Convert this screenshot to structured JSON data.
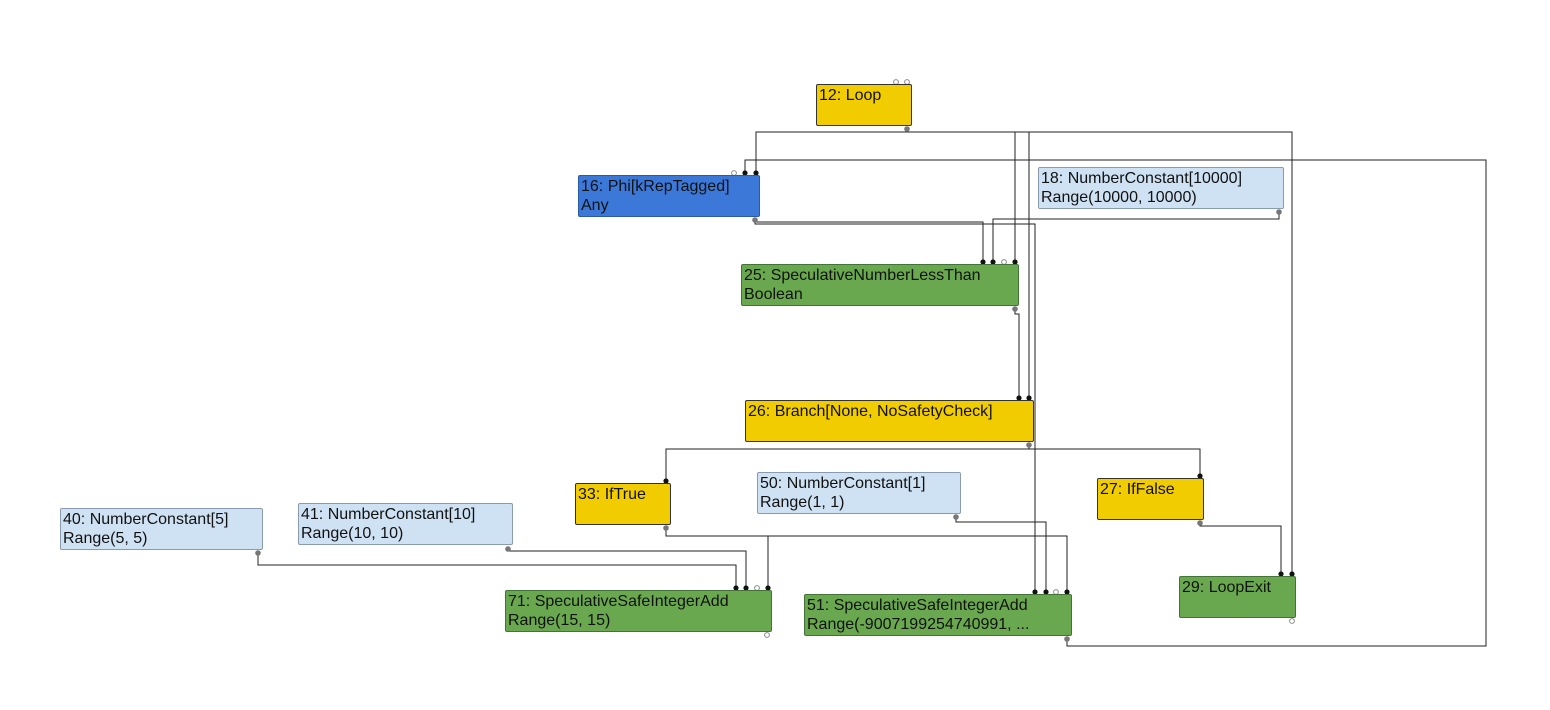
{
  "graph": {
    "nodes": [
      {
        "id": "12",
        "kind": "ctrl",
        "lines": [
          "12: Loop"
        ]
      },
      {
        "id": "16",
        "kind": "phi",
        "lines": [
          "16: Phi[kRepTagged]",
          "Any"
        ]
      },
      {
        "id": "18",
        "kind": "const",
        "lines": [
          "18: NumberConstant[10000]",
          "Range(10000, 10000)"
        ]
      },
      {
        "id": "25",
        "kind": "op",
        "lines": [
          "25: SpeculativeNumberLessThan",
          "Boolean"
        ]
      },
      {
        "id": "26",
        "kind": "ctrl",
        "lines": [
          "26: Branch[None, NoSafetyCheck]"
        ]
      },
      {
        "id": "33",
        "kind": "ctrl",
        "lines": [
          "33: IfTrue"
        ]
      },
      {
        "id": "50",
        "kind": "const",
        "lines": [
          "50: NumberConstant[1]",
          "Range(1, 1)"
        ]
      },
      {
        "id": "27",
        "kind": "ctrl",
        "lines": [
          "27: IfFalse"
        ]
      },
      {
        "id": "40",
        "kind": "const",
        "lines": [
          "40: NumberConstant[5]",
          "Range(5, 5)"
        ]
      },
      {
        "id": "41",
        "kind": "const",
        "lines": [
          "41: NumberConstant[10]",
          "Range(10, 10)"
        ]
      },
      {
        "id": "71",
        "kind": "op",
        "lines": [
          "71: SpeculativeSafeIntegerAdd",
          "Range(15, 15)"
        ]
      },
      {
        "id": "51",
        "kind": "op",
        "lines": [
          "51: SpeculativeSafeIntegerAdd",
          "Range(-9007199254740991, ..."
        ]
      },
      {
        "id": "29",
        "kind": "op",
        "lines": [
          "29: LoopExit"
        ]
      }
    ],
    "edges": [
      {
        "from": "12",
        "to": "16"
      },
      {
        "from": "12",
        "to": "25"
      },
      {
        "from": "12",
        "to": "26"
      },
      {
        "from": "12",
        "to": "29"
      },
      {
        "from": "16",
        "to": "25"
      },
      {
        "from": "16",
        "to": "51"
      },
      {
        "from": "18",
        "to": "25"
      },
      {
        "from": "25",
        "to": "26"
      },
      {
        "from": "26",
        "to": "33"
      },
      {
        "from": "26",
        "to": "27"
      },
      {
        "from": "33",
        "to": "71"
      },
      {
        "from": "33",
        "to": "51"
      },
      {
        "from": "40",
        "to": "71"
      },
      {
        "from": "41",
        "to": "71"
      },
      {
        "from": "50",
        "to": "51"
      },
      {
        "from": "27",
        "to": "29"
      },
      {
        "from": "51",
        "to": "16"
      }
    ]
  }
}
